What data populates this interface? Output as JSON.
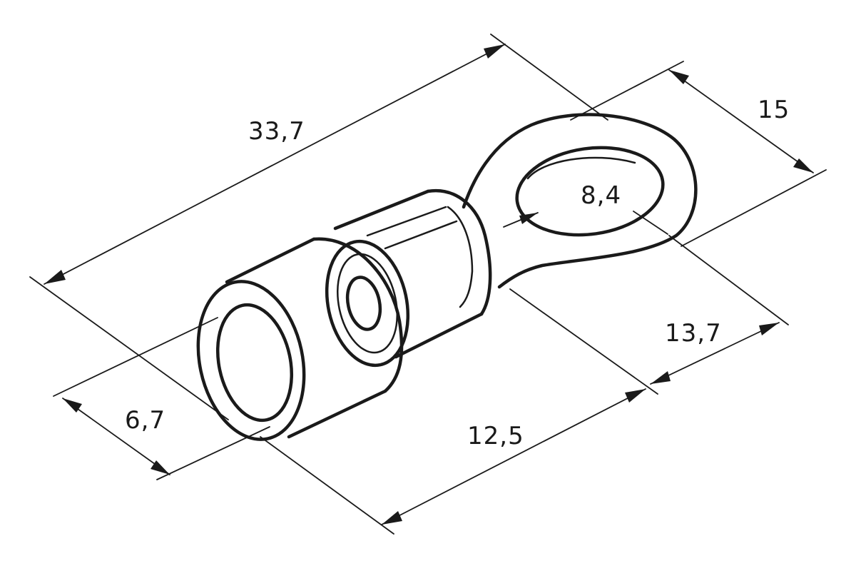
{
  "dimensions": {
    "overall_length": "33,7",
    "ring_width": "15",
    "stud_hole": "8,4",
    "ring_to_sleeve": "13,7",
    "sleeve_length": "12,5",
    "sleeve_diameter": "6,7"
  }
}
